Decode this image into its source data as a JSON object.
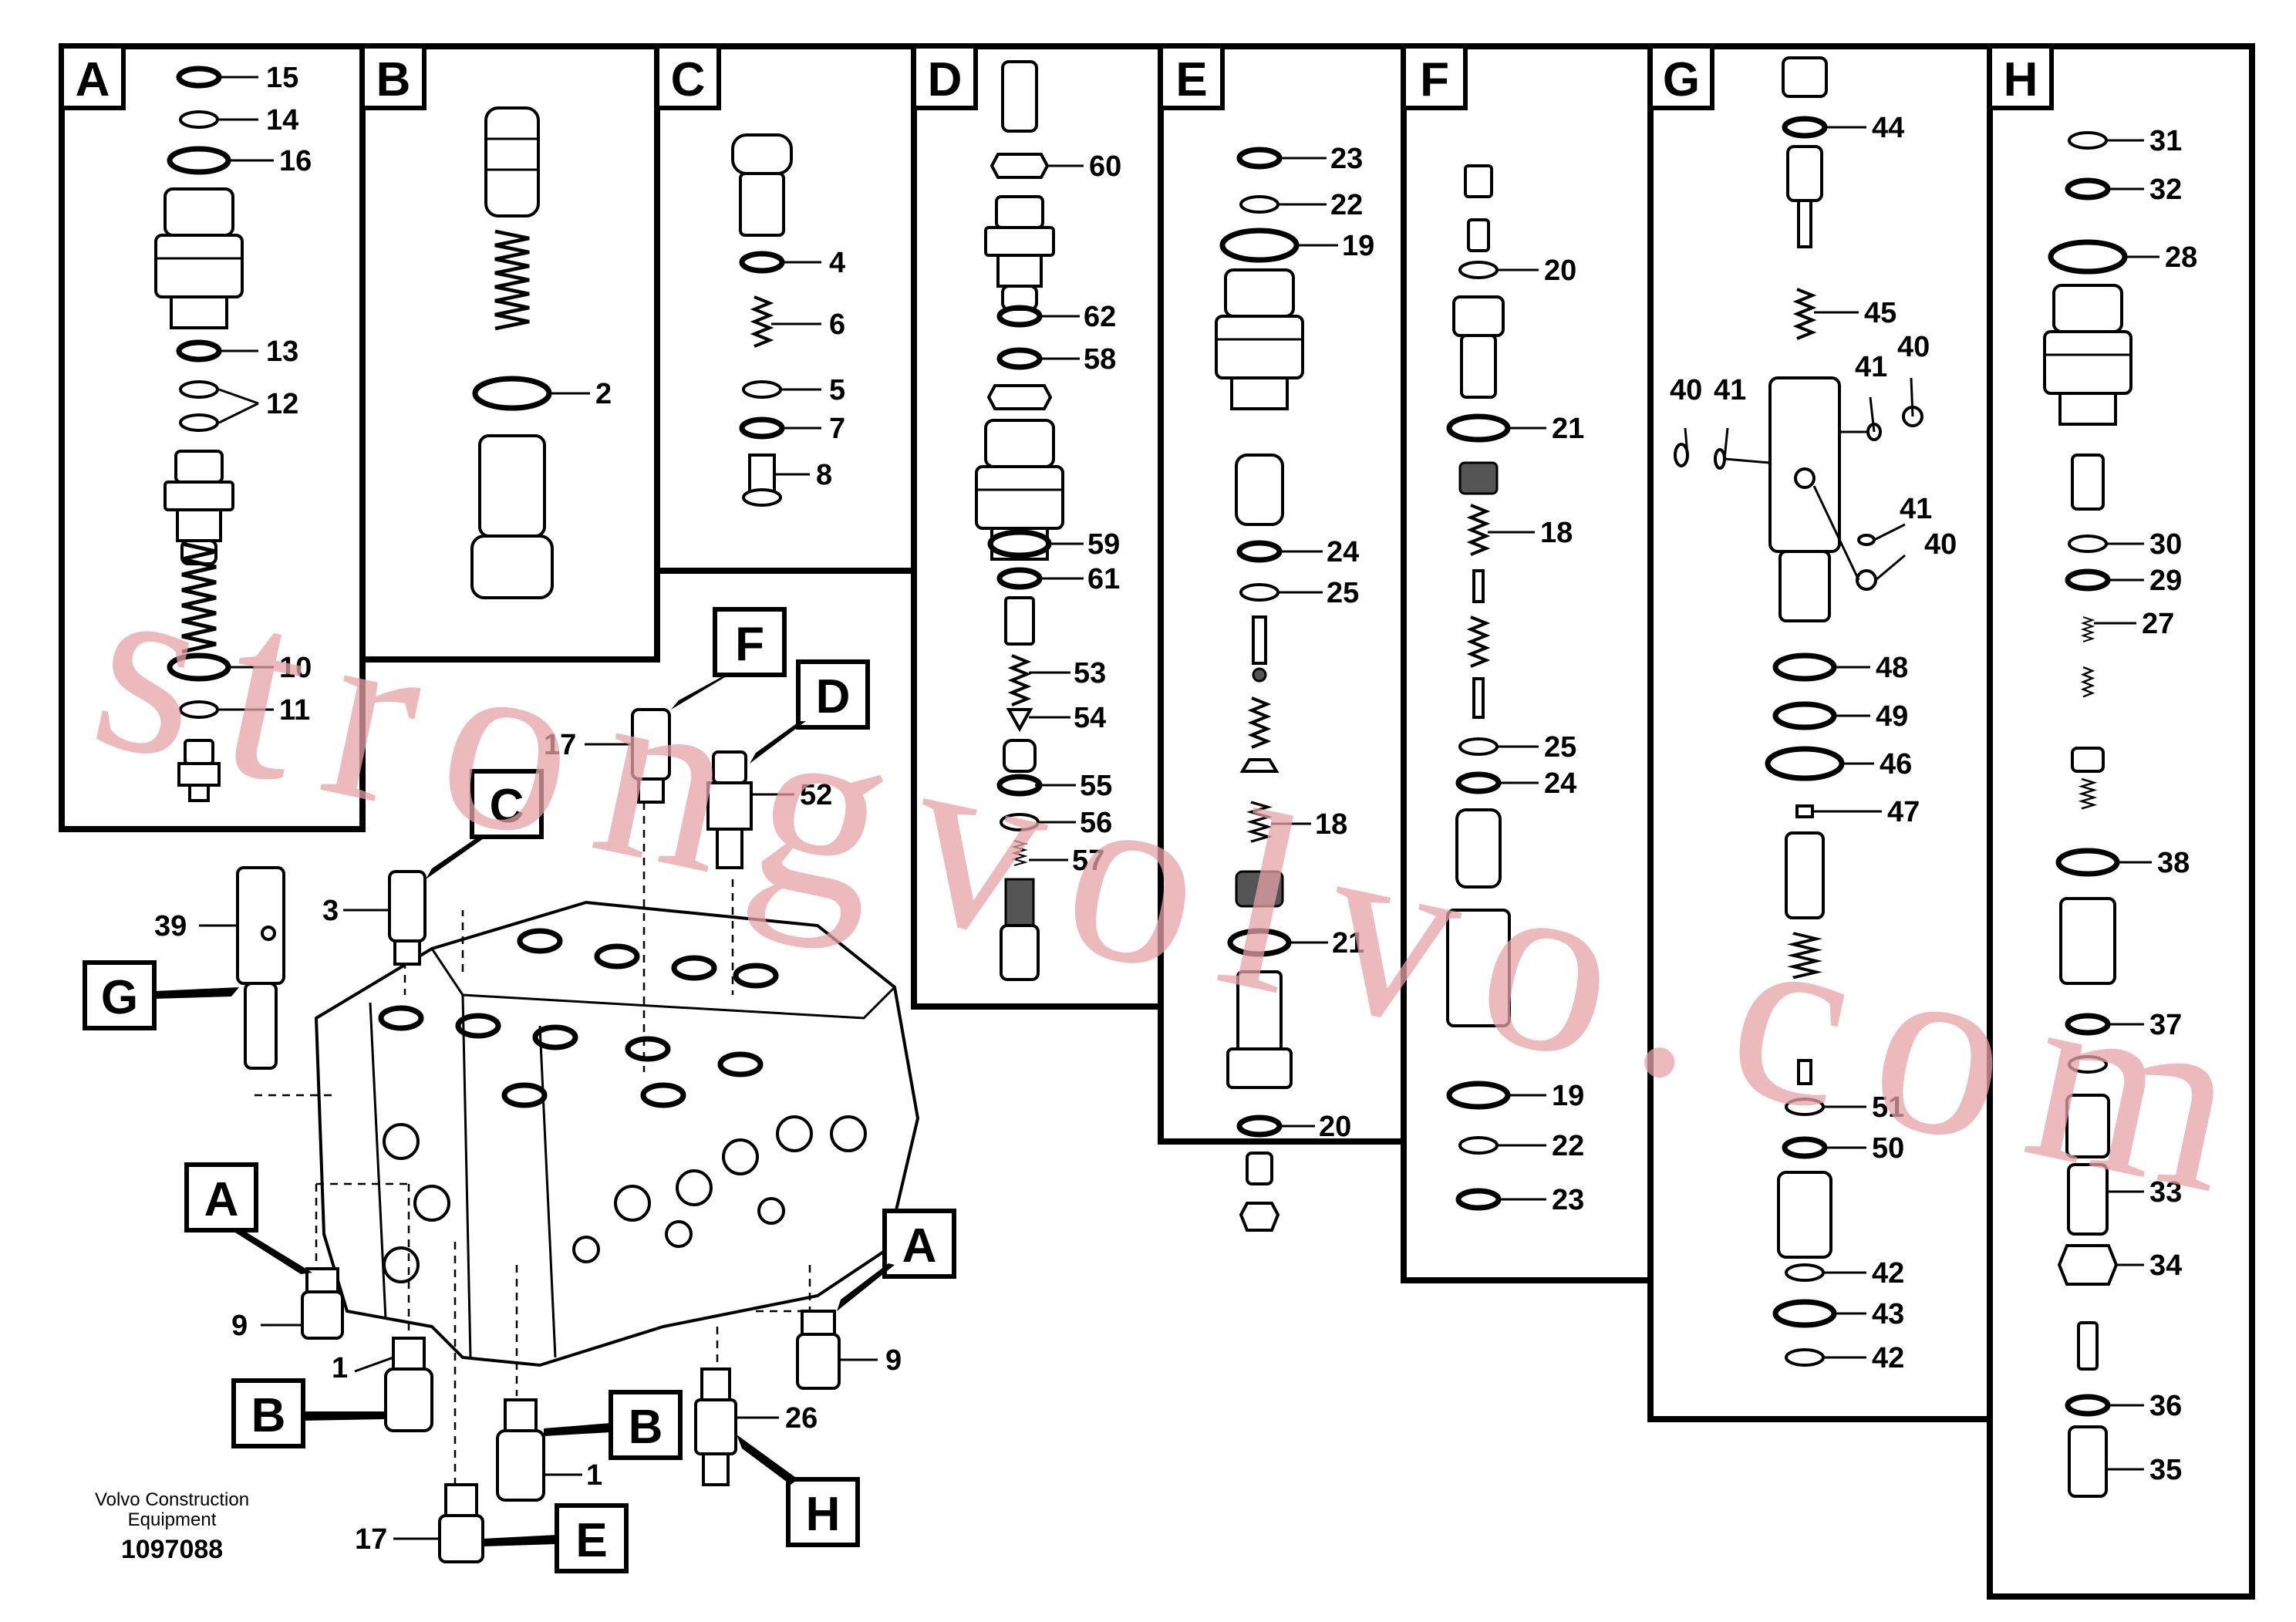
{
  "panels": {
    "a": {
      "label": "A",
      "parts": [
        "15",
        "14",
        "16",
        "13",
        "12",
        "10",
        "11"
      ]
    },
    "b": {
      "label": "B",
      "parts": [
        "2"
      ]
    },
    "c": {
      "label": "C",
      "parts": [
        "4",
        "6",
        "5",
        "7",
        "8"
      ]
    },
    "d": {
      "label": "D",
      "parts": [
        "60",
        "62",
        "58",
        "59",
        "61",
        "53",
        "54",
        "55",
        "56",
        "57"
      ]
    },
    "e": {
      "label": "E",
      "parts": [
        "23",
        "22",
        "19",
        "24",
        "25",
        "18",
        "21",
        "20"
      ]
    },
    "f": {
      "label": "F",
      "parts": [
        "20",
        "21",
        "18",
        "25",
        "24",
        "19",
        "22",
        "23"
      ]
    },
    "g": {
      "label": "G",
      "parts": [
        "44",
        "45",
        "40",
        "41",
        "41",
        "40",
        "41",
        "40",
        "48",
        "49",
        "46",
        "47",
        "51",
        "50",
        "42",
        "43",
        "42"
      ]
    },
    "h": {
      "label": "H",
      "parts": [
        "31",
        "32",
        "28",
        "30",
        "29",
        "27",
        "38",
        "37",
        "33",
        "34",
        "36",
        "35"
      ]
    }
  },
  "assembly": {
    "callouts": {
      "f": "F",
      "d": "D",
      "c": "C",
      "g": "G",
      "a1": "A",
      "a2": "A",
      "b1": "B",
      "b2": "B",
      "h": "H",
      "e": "E"
    },
    "parts": {
      "p17a": "17",
      "p52": "52",
      "p3": "3",
      "p39": "39",
      "p9a": "9",
      "p9b": "9",
      "p1a": "1",
      "p1b": "1",
      "p26": "26",
      "p17b": "17"
    }
  },
  "footer": {
    "brand_line1": "Volvo Construction",
    "brand_line2": "Equipment",
    "drawing_number": "1097088"
  },
  "watermark": "strongvolvo.com",
  "colors": {
    "line": "#000000",
    "background": "#ffffff",
    "watermark": "#e6a3a8"
  }
}
